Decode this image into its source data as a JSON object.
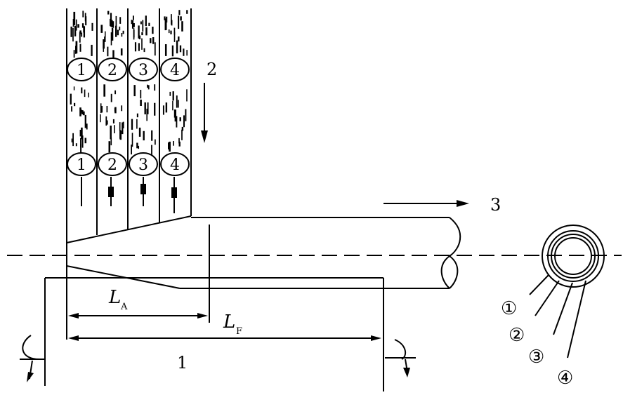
{
  "labels": {
    "main": "1",
    "feed": "2",
    "out": "3",
    "la": "L",
    "la_sub": "A",
    "lf": "L",
    "lf_sub": "F"
  },
  "fiber_lanes": [
    "1",
    "2",
    "3",
    "4"
  ],
  "cross_section": {
    "callouts": [
      "①",
      "②",
      "③",
      "④"
    ]
  }
}
